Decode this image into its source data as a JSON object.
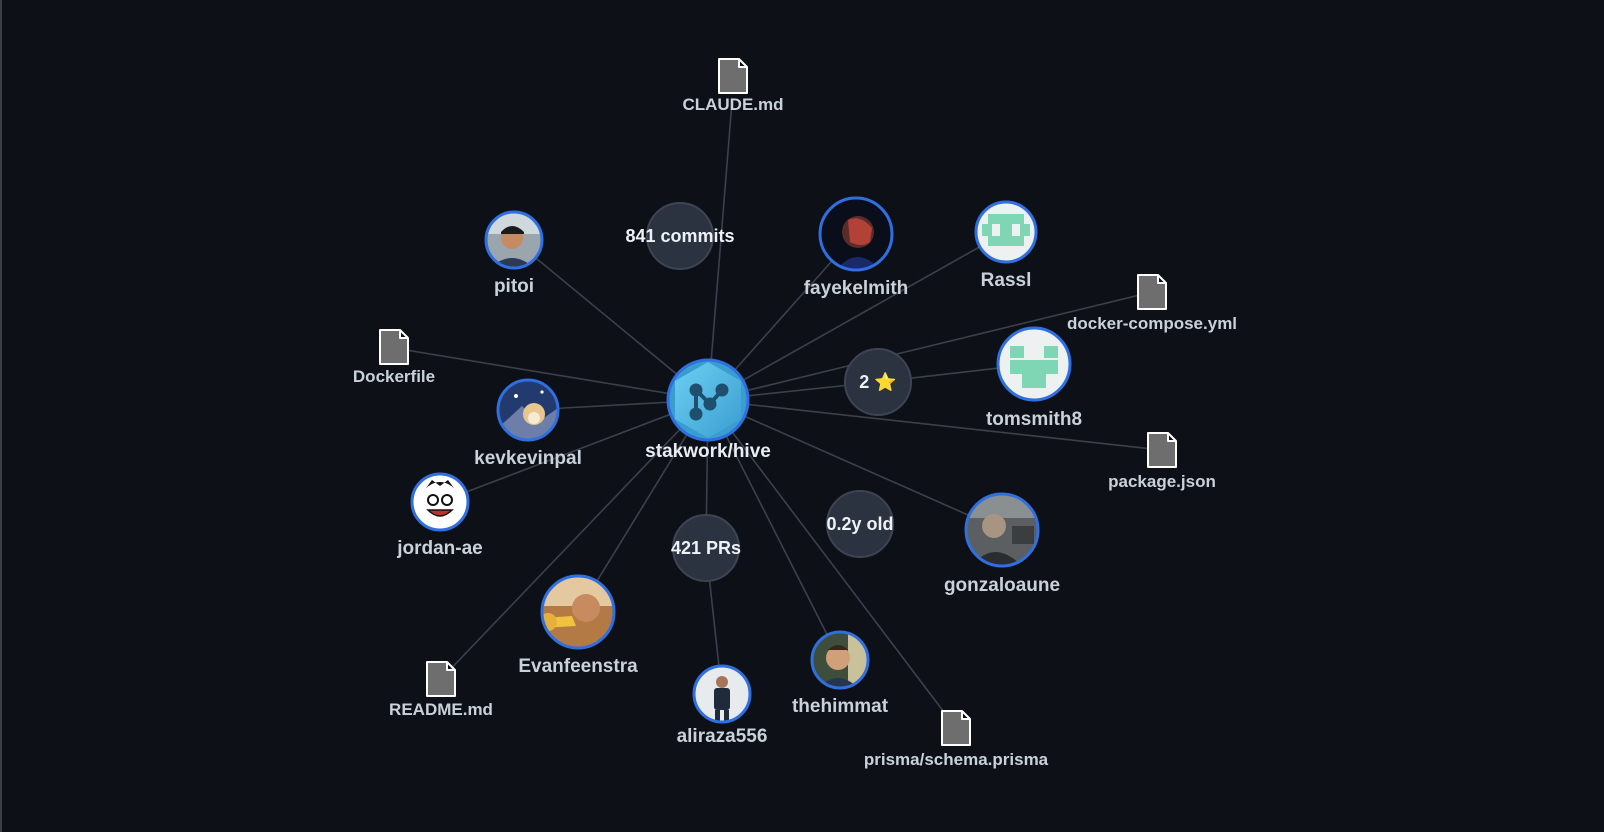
{
  "repo": {
    "name": "stakwork/hive",
    "colors": {
      "hex_fill": "#4cb6e0",
      "hex_dark": "#1f4f6e",
      "ring": "#2f6fe0"
    }
  },
  "stats": {
    "commits": "841 commits",
    "stars": "2 ⭐",
    "prs": "421 PRs",
    "age": "0.2y old"
  },
  "contributors": [
    {
      "id": "pitoi",
      "label": "pitoi",
      "avatar": "photo-person-icon"
    },
    {
      "id": "fayekelmith",
      "label": "fayekelmith",
      "avatar": "photo-person-icon"
    },
    {
      "id": "rassl",
      "label": "Rassl",
      "avatar": "identicon-icon"
    },
    {
      "id": "tomsmith8",
      "label": "tomsmith8",
      "avatar": "identicon-icon"
    },
    {
      "id": "kevkevinpal",
      "label": "kevkevinpal",
      "avatar": "photo-dog-icon"
    },
    {
      "id": "jordan-ae",
      "label": "jordan-ae",
      "avatar": "cartoon-face-icon"
    },
    {
      "id": "evanfeenstra",
      "label": "Evanfeenstra",
      "avatar": "photo-trumpet-icon"
    },
    {
      "id": "aliraza556",
      "label": "aliraza556",
      "avatar": "photo-person-icon"
    },
    {
      "id": "thehimmat",
      "label": "thehimmat",
      "avatar": "photo-person-icon"
    },
    {
      "id": "gonzaloaune",
      "label": "gonzaloaune",
      "avatar": "photo-person-icon"
    }
  ],
  "files": [
    {
      "id": "claude-md",
      "label": "CLAUDE.md",
      "icon": "file-icon"
    },
    {
      "id": "dockerfile",
      "label": "Dockerfile",
      "icon": "file-icon"
    },
    {
      "id": "docker-compose",
      "label": "docker-compose.yml",
      "icon": "file-icon"
    },
    {
      "id": "package-json",
      "label": "package.json",
      "icon": "file-icon"
    },
    {
      "id": "readme-md",
      "label": "README.md",
      "icon": "file-icon"
    },
    {
      "id": "prisma-schema",
      "label": "prisma/schema.prisma",
      "icon": "file-icon"
    }
  ],
  "colors": {
    "background": "#0d1117",
    "edge": "#3a414c",
    "stat_fill": "#2b3240",
    "avatar_ring": "#2f6fe0",
    "file_icon": "#6e6e6e",
    "identicon": "#7ed6b4"
  }
}
